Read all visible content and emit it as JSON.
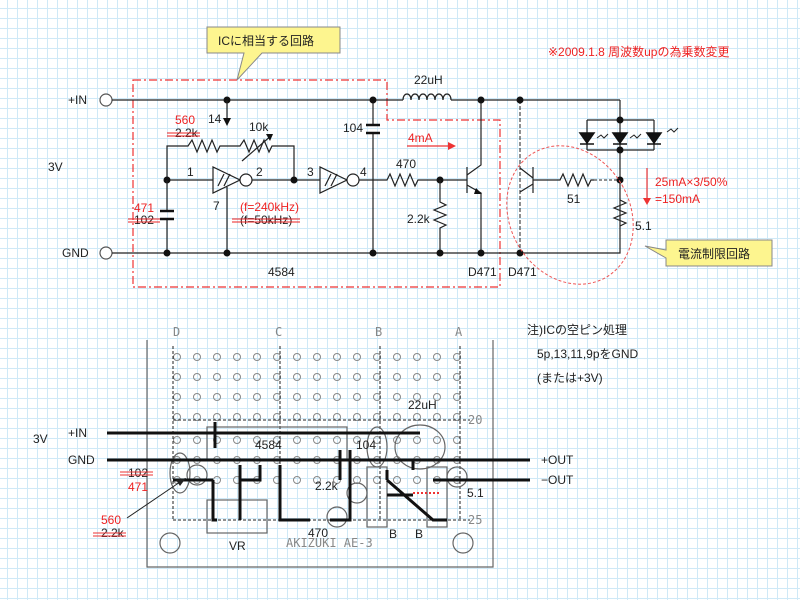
{
  "schematic": {
    "callout_ic": "ICに相当する回路",
    "revision_note": "※2009.1.8 周波数upの為乗数変更",
    "labels": {
      "plus_in": "+IN",
      "gnd": "GND",
      "voltage": "3V",
      "pin14": "14",
      "pin1": "1",
      "pin2": "2",
      "pin3": "3",
      "pin4": "4",
      "pin7": "7",
      "ic_name": "4584",
      "r1_new": "560",
      "r1_old": "2.2k",
      "vr": "10k",
      "c1_new": "471",
      "c1_old": "102",
      "freq_new": "(f=240kHz)",
      "freq_old": "(f=50kHz)",
      "c2": "104",
      "inductor": "22uH",
      "current": "4mA",
      "r2": "470",
      "r3": "2.2k",
      "diode1": "D471",
      "diode2": "D471",
      "r4": "51",
      "r5": "5.1",
      "led_current_1": "25mA×3/50%",
      "led_current_2": "=150mA",
      "callout_limit": "電流制限回路"
    }
  },
  "board": {
    "columns": [
      "D",
      "C",
      "B",
      "A"
    ],
    "row_marks": [
      "20",
      "25"
    ],
    "board_name": "AKIZUKI AE-3",
    "labels": {
      "voltage": "3V",
      "plus_in": "+IN",
      "gnd": "GND",
      "plus_out": "+OUT",
      "minus_out": "−OUT",
      "inductor": "22uH",
      "ic": "4584",
      "c2": "104",
      "r3": "2.2k",
      "r2": "470",
      "vr": "VR",
      "b1": "B",
      "b2": "B",
      "r5": "5.1",
      "c1_old": "102",
      "c1_new": "471",
      "r1_new": "560",
      "r1_old": "2.2k"
    }
  },
  "notes": {
    "title": "注)ICの空ピン処理",
    "line1": "5p,13,11,9pをGND",
    "line2": "(または+3V)"
  }
}
